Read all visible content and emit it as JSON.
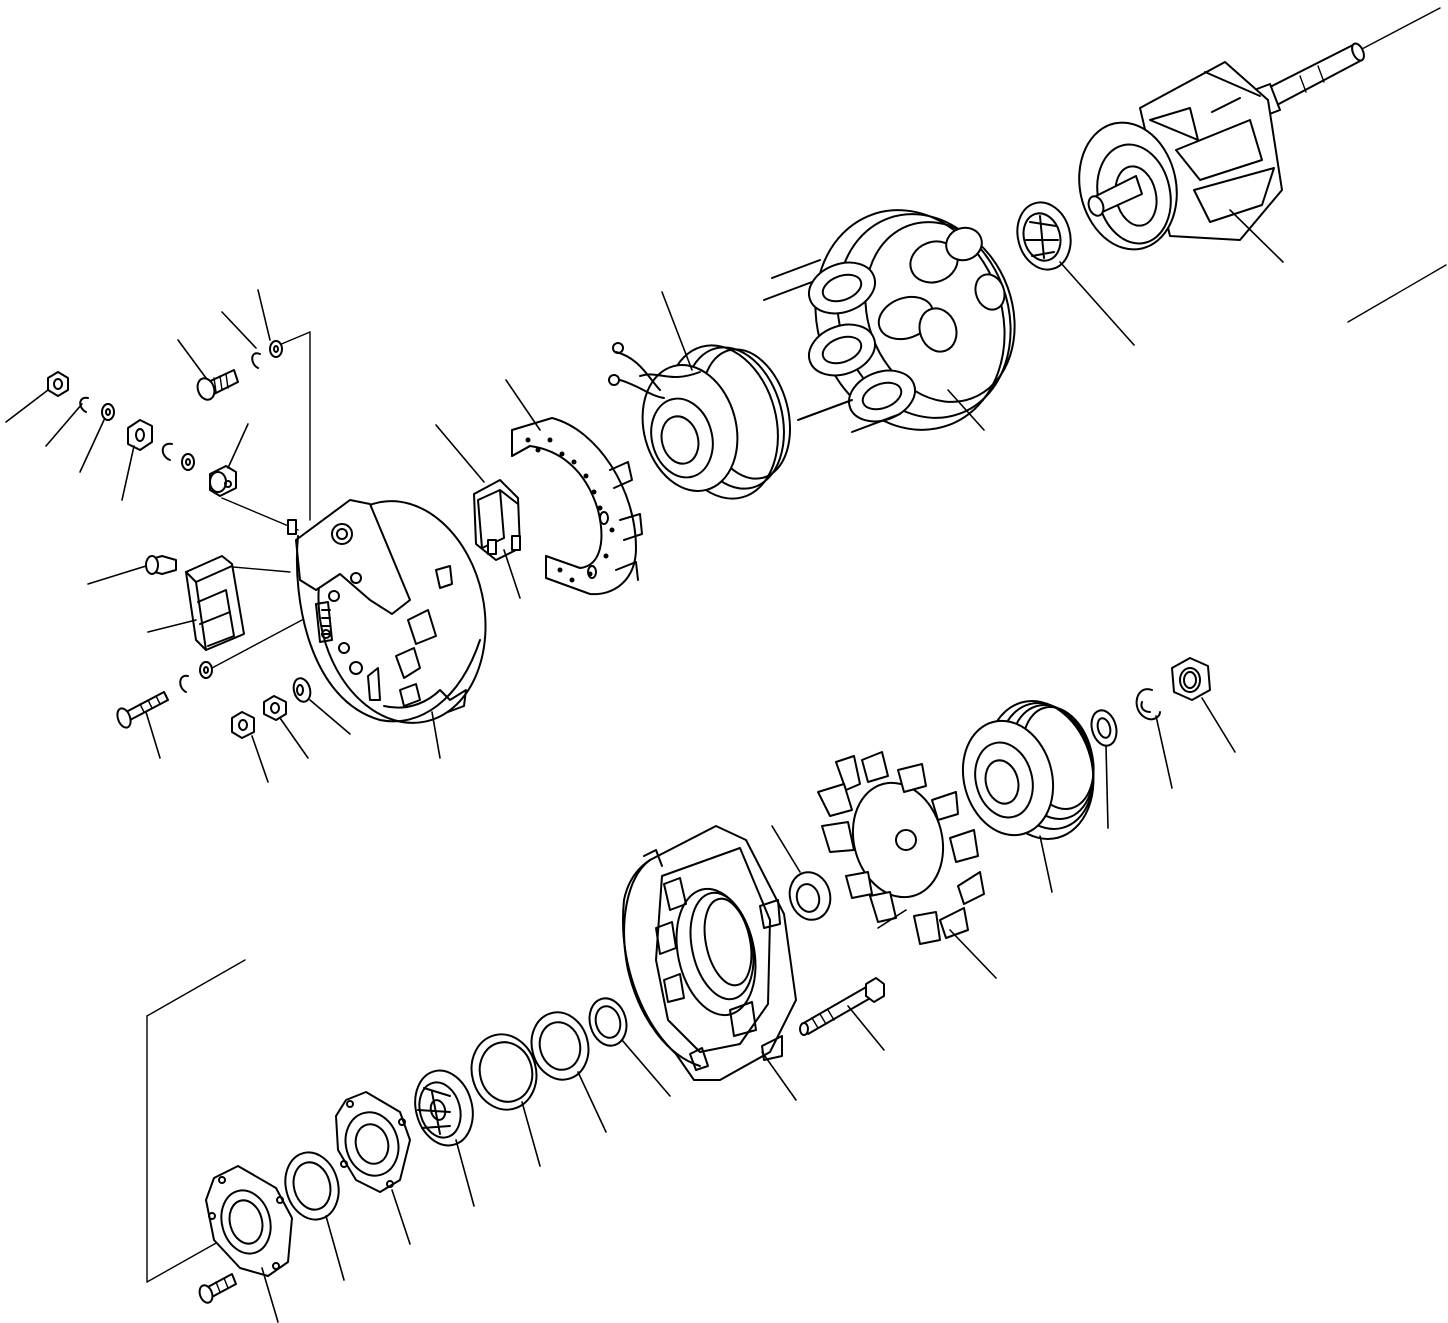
{
  "diagram": {
    "type": "exploded-parts-view",
    "colors": {
      "line": "#000000",
      "background": "#ffffff"
    },
    "parts": [
      "rotor-shaft",
      "rotor-bearing",
      "stator",
      "field-coil",
      "rectifier-plate",
      "voltage-regulator",
      "rear-housing",
      "brush-cover",
      "front-housing",
      "spacer",
      "cooling-fan",
      "pulley",
      "pulley-washer",
      "pulley-lockwasher",
      "pulley-nut",
      "through-bolt",
      "front-bearing",
      "bearing-seal",
      "bearing-shim",
      "bearing-ring",
      "bearing-retainer",
      "bearing-cover-plate",
      "retainer-screw",
      "terminal-nut",
      "terminal-washer",
      "terminal-bolt",
      "insulator-cap",
      "cover-screw",
      "long-bolt",
      "hex-nut",
      "flange-nut",
      "bushing"
    ]
  }
}
